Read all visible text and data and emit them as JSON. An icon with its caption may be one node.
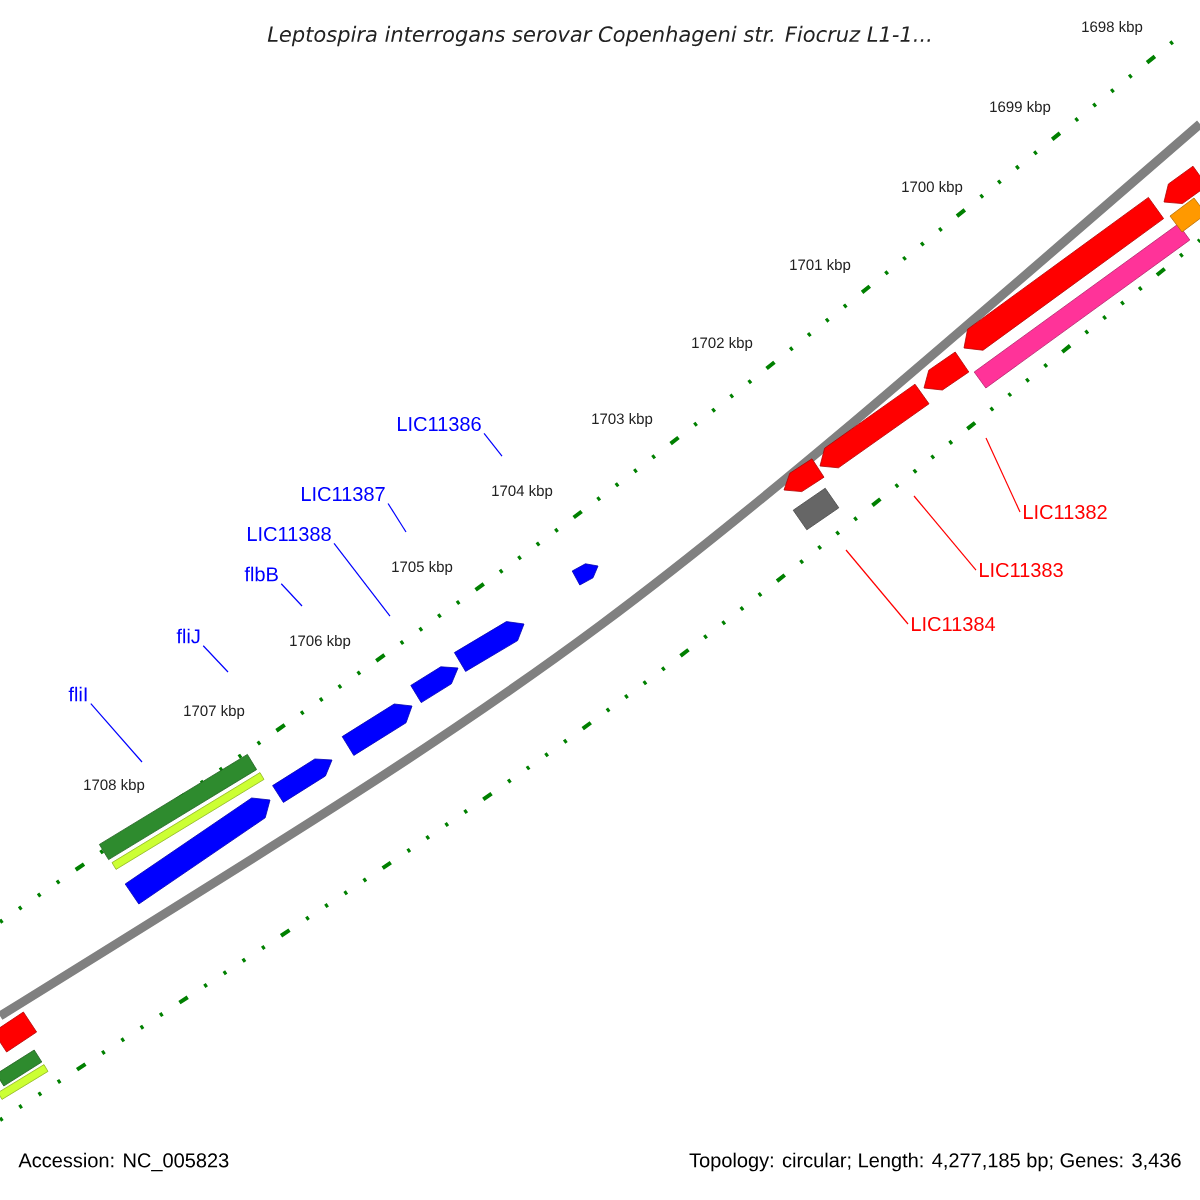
{
  "diagram": {
    "title": "Leptospira interrogans serovar Copenhageni str. Fiocruz L1-1...",
    "nodes": [
      {
        "text": [
          "fliI"
        ]
      },
      {
        "text": [
          "fliJ"
        ]
      },
      {
        "text": [
          "flbB"
        ]
      },
      {
        "text": [
          "LIC11388"
        ]
      },
      {
        "text": [
          "LIC11387"
        ]
      },
      {
        "text": [
          "LIC11386"
        ]
      },
      {
        "text": [
          "LIC11382"
        ]
      },
      {
        "text": [
          "LIC11383"
        ]
      },
      {
        "text": [
          "LIC11384"
        ]
      }
    ],
    "edges": [
      {
        "from": 0,
        "to": null,
        "arrow": "none"
      },
      {
        "from": 1,
        "to": null,
        "arrow": "none"
      },
      {
        "from": 2,
        "to": null,
        "arrow": "none"
      },
      {
        "from": 3,
        "to": null,
        "arrow": "none"
      },
      {
        "from": 4,
        "to": null,
        "arrow": "none"
      },
      {
        "from": 5,
        "to": null,
        "arrow": "none"
      },
      {
        "from": 6,
        "to": null,
        "arrow": "none",
        "color": "#ff0000"
      },
      {
        "from": 7,
        "to": null,
        "arrow": "none",
        "color": "#ff0000"
      },
      {
        "from": 8,
        "to": null,
        "arrow": "none",
        "color": "#ff0000"
      }
    ],
    "labels": [
      "1698 kbp",
      "1699 kbp",
      "1700 kbp",
      "1701 kbp",
      "1702 kbp",
      "1703 kbp",
      "1704 kbp",
      "1705 kbp",
      "1706 kbp",
      "1707 kbp",
      "1708 kbp",
      "Accession: NC_005823",
      "Topology: circular; Length: 4,277,185 bp; Genes: 3,436"
    ]
  }
}
